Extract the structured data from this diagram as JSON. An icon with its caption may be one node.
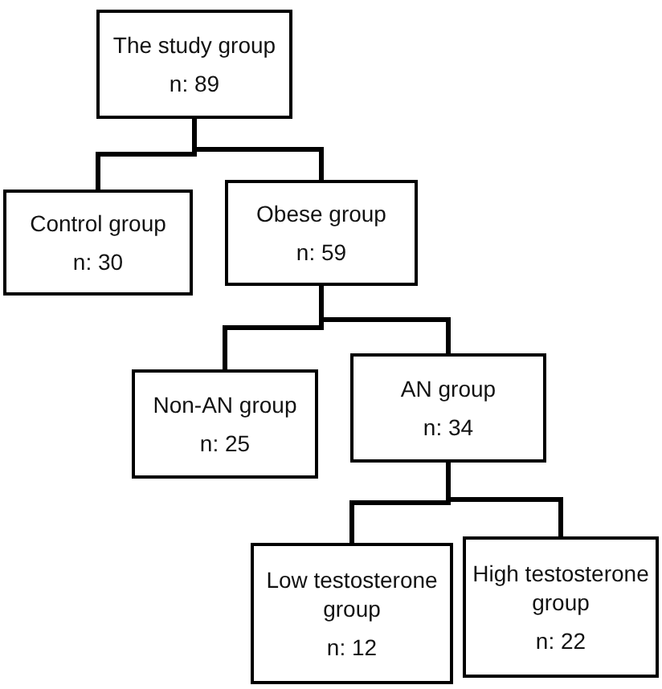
{
  "diagram": {
    "nodes": [
      {
        "text": [
          "The study group",
          "n: 89"
        ]
      },
      {
        "text": [
          "Control group",
          "n: 30"
        ]
      },
      {
        "text": [
          "Obese group",
          "n: 59"
        ]
      },
      {
        "text": [
          "Non-AN group",
          "n: 25"
        ]
      },
      {
        "text": [
          "AN group",
          "n: 34"
        ]
      },
      {
        "text": [
          "Low testosterone group",
          "n: 12"
        ]
      },
      {
        "text": [
          "High testosterone group",
          "n: 22"
        ]
      }
    ],
    "edges": [
      {
        "from": 0,
        "to": 1,
        "arrow": "none"
      },
      {
        "from": 0,
        "to": 2,
        "arrow": "none"
      },
      {
        "from": 2,
        "to": 3,
        "arrow": "none"
      },
      {
        "from": 2,
        "to": 4,
        "arrow": "none"
      },
      {
        "from": 4,
        "to": 5,
        "arrow": "none"
      },
      {
        "from": 4,
        "to": 6,
        "arrow": "none"
      }
    ]
  }
}
